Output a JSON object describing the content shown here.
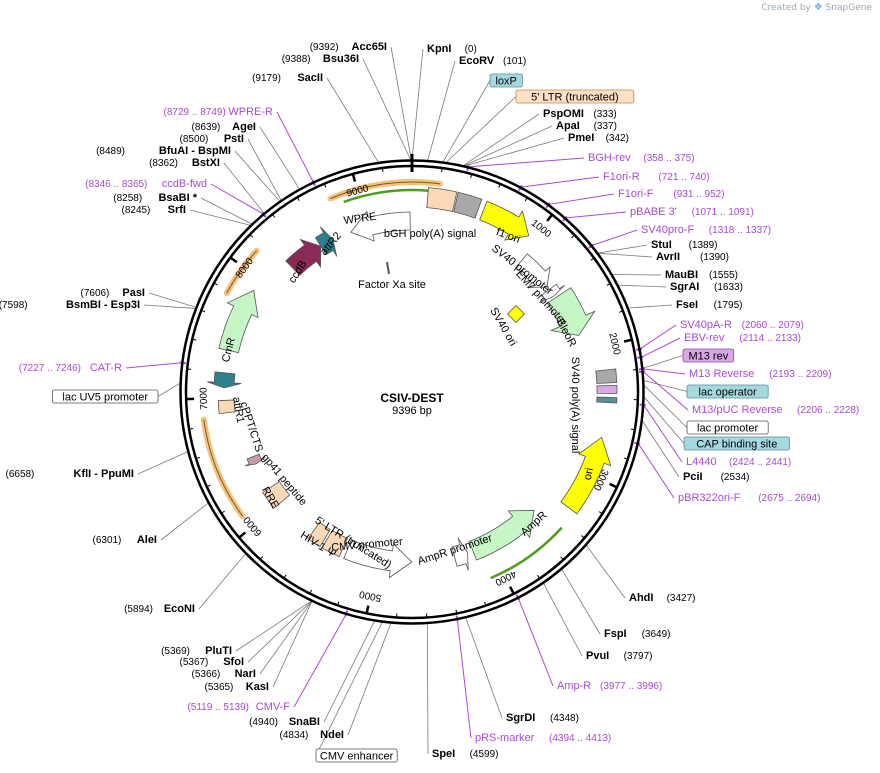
{
  "credit": {
    "prefix": "Created by",
    "brand": "SnapGene"
  },
  "plasmid": {
    "name": "CSIV-DEST",
    "size_label": "9396 bp",
    "length": 9396
  },
  "colors": {
    "primer": "#a94bd1",
    "yellow": "#ffff00",
    "green": "#c6f5c6",
    "peach": "#fcd9b6",
    "gray": "#a8a8a8",
    "teal": "#2e7f8c",
    "maroon": "#8c2a57",
    "mauve": "#c99aa8",
    "blue_box": "#a6d8e0",
    "purple_box": "#d8a8e6",
    "orange_box": "#fde0c5",
    "backbone": "#000000"
  },
  "ticks": [
    "1000",
    "2000",
    "3000",
    "4000",
    "5000",
    "6000",
    "7000",
    "8000",
    "9000"
  ],
  "enzymes": [
    {
      "name": "KpnI",
      "pos": "(0)"
    },
    {
      "name": "EcoRV",
      "pos": "(101)"
    },
    {
      "name": "PspOMI",
      "pos": "(333)"
    },
    {
      "name": "ApaI",
      "pos": "(337)"
    },
    {
      "name": "PmeI",
      "pos": "(342)"
    },
    {
      "name": "StuI",
      "pos": "(1389)"
    },
    {
      "name": "AvrII",
      "pos": "(1390)"
    },
    {
      "name": "MauBI",
      "pos": "(1555)"
    },
    {
      "name": "SgrAI",
      "pos": "(1633)"
    },
    {
      "name": "FseI",
      "pos": "(1795)"
    },
    {
      "name": "PciI",
      "pos": "(2534)"
    },
    {
      "name": "AhdI",
      "pos": "(3427)"
    },
    {
      "name": "FspI",
      "pos": "(3649)"
    },
    {
      "name": "PvuI",
      "pos": "(3797)"
    },
    {
      "name": "SgrDI",
      "pos": "(4348)"
    },
    {
      "name": "SpeI",
      "pos": "(4599)"
    },
    {
      "name": "NdeI",
      "pos": "(4834)"
    },
    {
      "name": "SnaBI",
      "pos": "(4940)"
    },
    {
      "name": "KasI",
      "pos": "(5365)"
    },
    {
      "name": "NarI",
      "pos": "(5366)"
    },
    {
      "name": "SfoI",
      "pos": "(5367)"
    },
    {
      "name": "PluTI",
      "pos": "(5369)"
    },
    {
      "name": "EcoNI",
      "pos": "(5894)"
    },
    {
      "name": "AleI",
      "pos": "(6301)"
    },
    {
      "name": "KflI  -  PpuMI",
      "pos": "(6658)"
    },
    {
      "name": "BsmBI   -  Esp3I",
      "pos": "(7598)"
    },
    {
      "name": "PasI",
      "pos": "(7606)"
    },
    {
      "name": "SrfI",
      "pos": "(8245)"
    },
    {
      "name": "BsaBI *",
      "pos": "(8258)"
    },
    {
      "name": "BstXI",
      "pos": "(8362)"
    },
    {
      "name": "BfuAI  -  BspMI",
      "pos": "(8489)"
    },
    {
      "name": "PstI",
      "pos": "(8500)"
    },
    {
      "name": "AgeI",
      "pos": "(8639)"
    },
    {
      "name": "SacII",
      "pos": "(9179)"
    },
    {
      "name": "Bsu36I",
      "pos": "(9388)"
    },
    {
      "name": "Acc65I",
      "pos": "(9392)"
    }
  ],
  "primers": [
    {
      "name": "BGH-rev",
      "pos": "(358 .. 375)"
    },
    {
      "name": "F1ori-R",
      "pos": "(721 .. 740)"
    },
    {
      "name": "F1ori-F",
      "pos": "(931 .. 952)"
    },
    {
      "name": "pBABE 3'",
      "pos": "(1071 .. 1091)"
    },
    {
      "name": "SV40pro-F",
      "pos": "(1318 .. 1337)"
    },
    {
      "name": "SV40pA-R",
      "pos": "(2060 .. 2079)"
    },
    {
      "name": "EBV-rev",
      "pos": "(2114 .. 2133)"
    },
    {
      "name": "M13 Reverse",
      "pos": "(2193 .. 2209)"
    },
    {
      "name": "M13/pUC Reverse",
      "pos": "(2206 .. 2228)"
    },
    {
      "name": "L4440",
      "pos": "(2424 .. 2441)"
    },
    {
      "name": "pBR322ori-F",
      "pos": "(2675 .. 2694)"
    },
    {
      "name": "Amp-R",
      "pos": "(3977 .. 3996)"
    },
    {
      "name": "pRS-marker",
      "pos": "(4394 .. 4413)"
    },
    {
      "name": "CMV-F",
      "pos": "(5119 .. 5139)"
    },
    {
      "name": "CAT-R",
      "pos": "(7227 .. 7246)"
    },
    {
      "name": "ccdB-fwd",
      "pos": "(8346 .. 8365)"
    },
    {
      "name": "WPRE-R",
      "pos": "(8729 .. 8749)"
    }
  ],
  "boxed_labels": [
    {
      "text": "loxP"
    },
    {
      "text": "5' LTR (truncated)"
    },
    {
      "text": "M13 rev"
    },
    {
      "text": "lac operator"
    },
    {
      "text": "lac promoter"
    },
    {
      "text": "CAP binding site"
    },
    {
      "text": "lac UV5 promoter"
    },
    {
      "text": "CMV enhancer"
    }
  ],
  "features": {
    "bgh": "bGH poly(A) signal",
    "f1ori": "f1 ori",
    "sv40promoter": "SV40 promoter",
    "em7": "EM7 promoter",
    "bleor": "BleoR",
    "sv40ori": "SV40 ori",
    "sv40pa": "SV40 poly(A) signal",
    "ori": "ori",
    "ampr": "AmpR",
    "amprpromoter": "AmpR promoter",
    "cmvpromoter": "CMV promoter",
    "ltr5": "5' LTR (truncated)",
    "hiv": "HIV-1 Ψ",
    "rre": "RRE",
    "gp41": "gp41 peptide",
    "cppt": "cPPT/CTS",
    "attr1": "attR1",
    "cmr": "CmR",
    "ccdb": "ccdB",
    "attr2": "attR2",
    "wpre": "WPRE",
    "factorxa": "Factor Xa site"
  }
}
